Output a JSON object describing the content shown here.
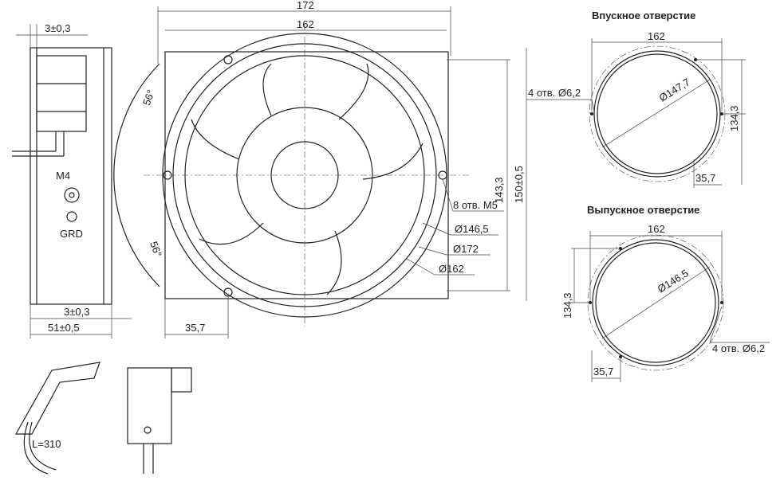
{
  "side_view": {
    "top_dim": "3±0,3",
    "screw": "M4",
    "ground": "GRD",
    "bottom_dim": "3±0,3",
    "depth_dim": "51±0,5"
  },
  "cable": {
    "length": "L=310"
  },
  "front_view": {
    "width_outer": "172",
    "width_inner": "162",
    "angle_top": "56°",
    "angle_bottom": "56°",
    "offset_dim": "35,7",
    "holes": "8 отв. M5",
    "height_inner": "143,3",
    "height_outer": "150±0,5",
    "dia_1": "Ø146,5",
    "dia_2": "Ø172",
    "dia_3": "Ø162"
  },
  "inlet": {
    "title": "Впускное отверстие",
    "width": "162",
    "holes": "4 отв. Ø6,2",
    "diameter": "Ø147,7",
    "height": "134,3",
    "offset": "35,7"
  },
  "outlet": {
    "title": "Выпускное отверстие",
    "width": "162",
    "diameter": "Ø146,5",
    "height": "134,3",
    "holes": "4 отв. Ø6,2",
    "offset": "35,7"
  }
}
